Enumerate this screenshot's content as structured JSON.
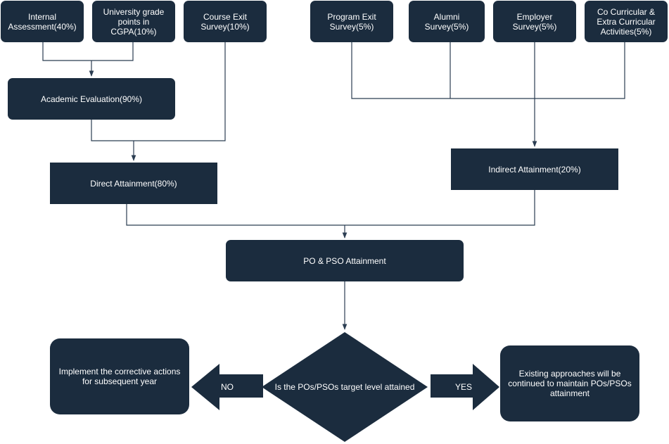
{
  "nodes": {
    "internal_assessment": "Internal Assessment(40%)",
    "university_grade": "University grade points in CGPA(10%)",
    "course_exit_survey": "Course Exit Survey(10%)",
    "program_exit_survey": "Program Exit Survey(5%)",
    "alumni_survey": "Alumni Survey(5%)",
    "employer_survey": "Employer Survey(5%)",
    "co_curricular": "Co Curricular & Extra Curricular Activities(5%)",
    "academic_evaluation": "Academic Evaluation(90%)",
    "direct_attainment": "Direct Attainment(80%)",
    "indirect_attainment": "Indirect Attainment(20%)",
    "po_pso_attainment": "PO & PSO Attainment",
    "decision": "Is the POs/PSOs target level attained",
    "corrective_actions": "Implement the corrective actions for subsequent year",
    "existing_approaches": "Existing approaches will be continued to maintain  POs/PSOs attainment"
  },
  "arrows": {
    "no_label": "NO",
    "yes_label": "YES"
  },
  "colors": {
    "node_fill": "#1b2c3e",
    "line": "#2b3d52",
    "text": "#ffffff"
  }
}
